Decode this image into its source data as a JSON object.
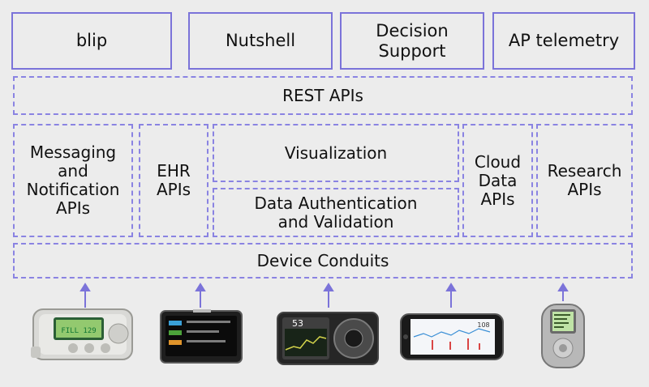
{
  "apps": [
    {
      "label": "blip"
    },
    {
      "label": "Nutshell"
    },
    {
      "label": "Decision\nSupport"
    },
    {
      "label": "AP telemetry"
    }
  ],
  "rest": {
    "label": "REST APIs"
  },
  "services": {
    "messaging": "Messaging\nand\nNotification\nAPIs",
    "ehr": "EHR\nAPIs",
    "visualization": "Visualization",
    "auth": "Data Authentication\nand Validation",
    "cloud": "Cloud\nData\nAPIs",
    "research": "Research\nAPIs"
  },
  "conduits": {
    "label": "Device Conduits"
  },
  "devices": {
    "pump_screen": "FILL 129",
    "cgm_screen": "53",
    "phone_screen": "108"
  },
  "colors": {
    "accent": "#7b73d9",
    "background": "#ececec"
  }
}
